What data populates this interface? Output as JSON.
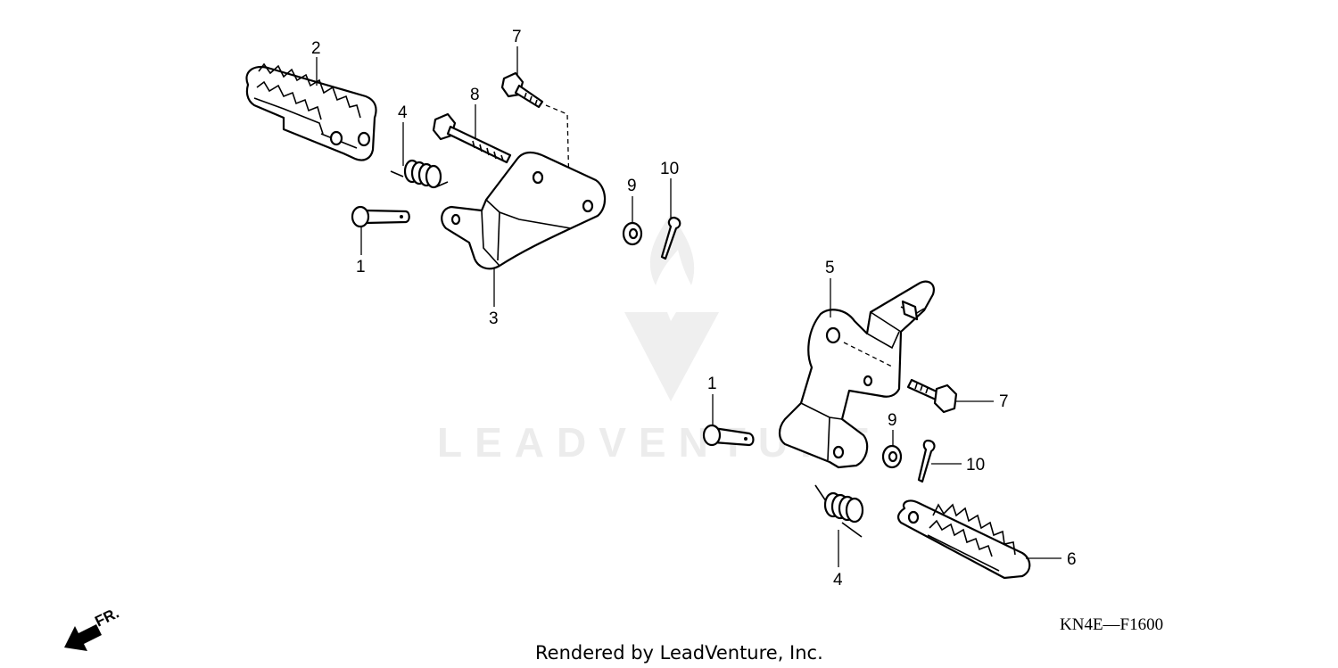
{
  "diagram": {
    "drawing_code": "KN4E—F1600",
    "credit": "Rendered by LeadVenture, Inc.",
    "watermark": "LEADVENTURE",
    "direction_label": "FR.",
    "callouts": [
      {
        "id": "c2",
        "label": "2"
      },
      {
        "id": "c4a",
        "label": "4"
      },
      {
        "id": "c1a",
        "label": "1"
      },
      {
        "id": "c8",
        "label": "8"
      },
      {
        "id": "c7a",
        "label": "7"
      },
      {
        "id": "c3",
        "label": "3"
      },
      {
        "id": "c9a",
        "label": "9"
      },
      {
        "id": "c10a",
        "label": "10"
      },
      {
        "id": "c5",
        "label": "5"
      },
      {
        "id": "c7b",
        "label": "7"
      },
      {
        "id": "c1b",
        "label": "1"
      },
      {
        "id": "c9b",
        "label": "9"
      },
      {
        "id": "c10b",
        "label": "10"
      },
      {
        "id": "c4b",
        "label": "4"
      },
      {
        "id": "c6",
        "label": "6"
      }
    ]
  }
}
